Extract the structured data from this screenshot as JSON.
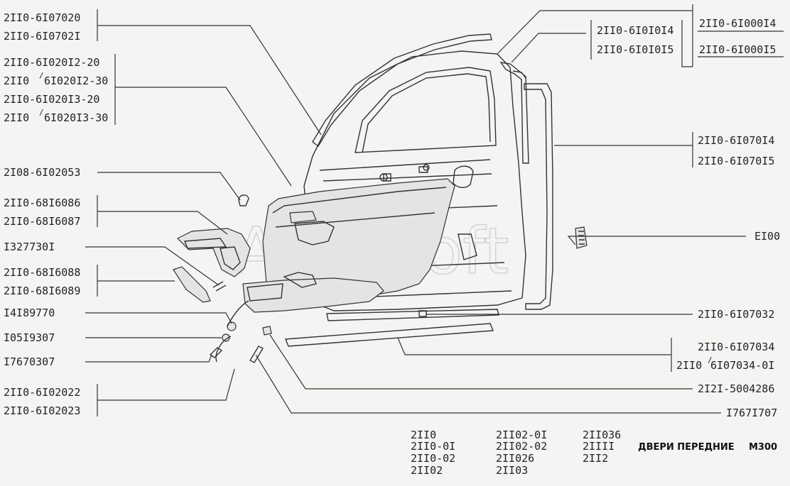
{
  "callouts": {
    "c1": [
      "2II0-6I07020",
      "2II0-6I0702I"
    ],
    "c2": [
      "2II0-6I020I2-20",
      "2II0",
      "6I020I2-30",
      "2II0-6I020I3-20",
      "2II0",
      "6I020I3-30"
    ],
    "c3": "2I08-6I02053",
    "c4": [
      "2II0-68I6086",
      "2II0-68I6087"
    ],
    "c5": "I327730I",
    "c6": [
      "2II0-68I6088",
      "2II0-68I6089"
    ],
    "c7": "I4I89770",
    "c8": "I05I9307",
    "c9": "I7670307",
    "c10": [
      "2II0-6I02022",
      "2II0-6I02023"
    ],
    "r1": [
      "2II0-6I0I0I4",
      "2II0-6I0I0I5"
    ],
    "r2": [
      "2II0-6I000I4",
      "2II0-6I000I5"
    ],
    "r3": [
      "2II0-6I070I4",
      "2II0-6I070I5"
    ],
    "r4": "EI00",
    "r5": "2II0-6I07032",
    "r6": [
      "2II0-6I07034",
      "2II0",
      "6I07034-0I"
    ],
    "r7": "2I2I-5004286",
    "r8": "I767I707"
  },
  "models": {
    "col1": [
      "2II0",
      "2II0-0I",
      "2II0-02",
      "2II02"
    ],
    "col2": [
      "2II02-0I",
      "2II02-02",
      "2II026",
      "2II03"
    ],
    "col3": [
      "2II036",
      "2IIII",
      "2II2"
    ]
  },
  "caption": "ДВЕРИ ПЕРЕДНИЕ",
  "code": "M300",
  "watermark": "AutoSoft"
}
